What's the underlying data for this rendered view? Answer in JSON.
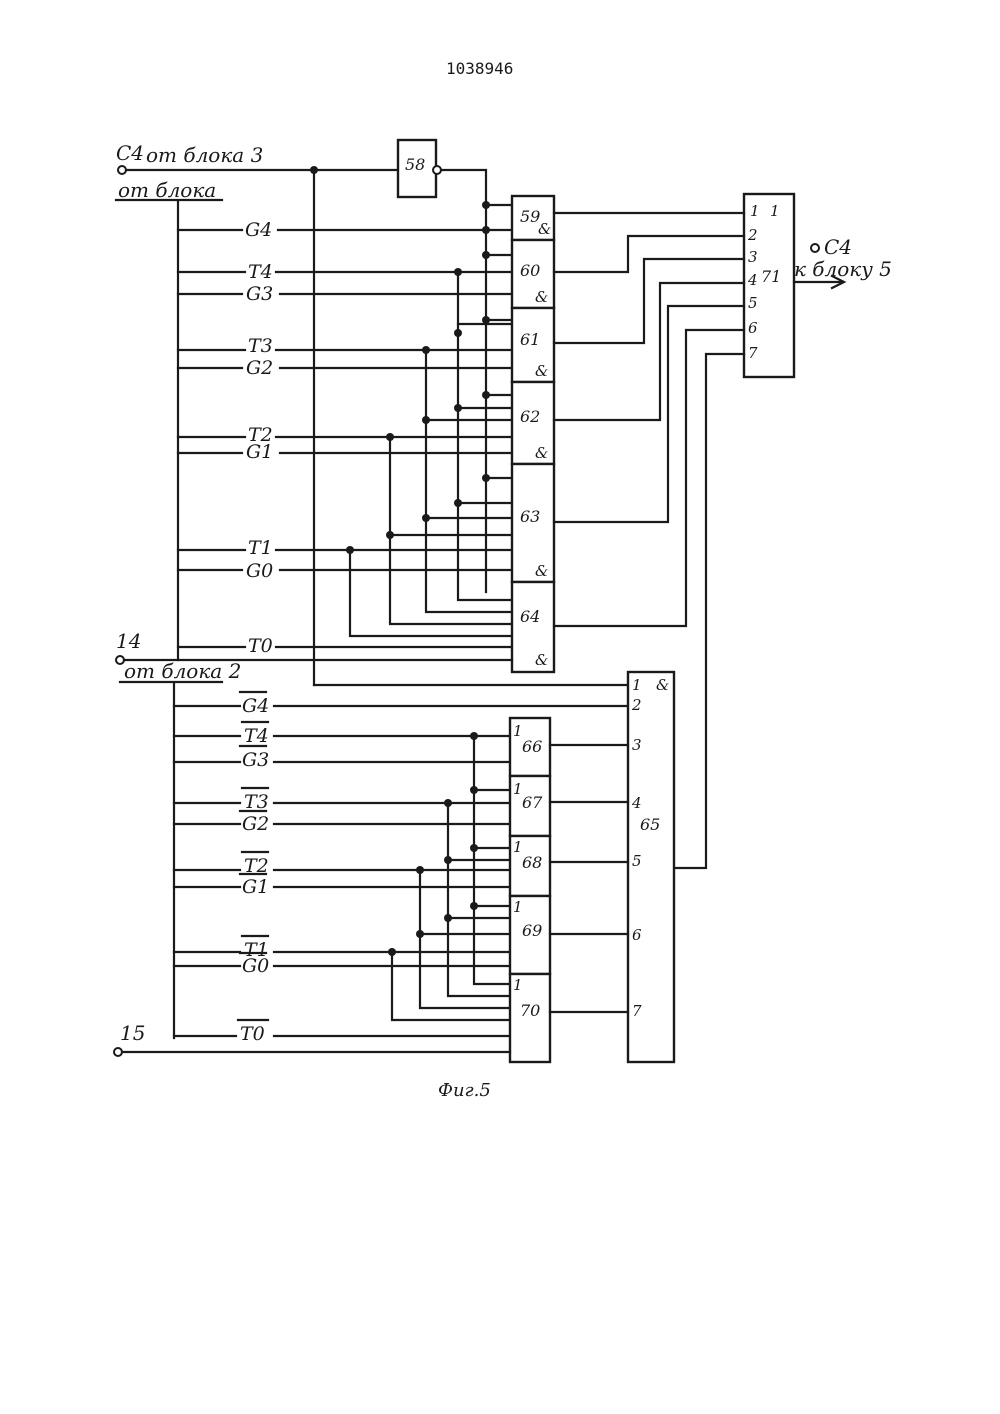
{
  "header": {
    "doc_number": "1038946"
  },
  "inputs": {
    "c4": {
      "name": "C4",
      "text": "от блока 3"
    },
    "block_top": {
      "text": "от блока"
    },
    "in14": {
      "name": "14",
      "text": "от блока 2"
    },
    "in15": {
      "name": "15"
    }
  },
  "output": {
    "name": "C4",
    "text": "к блоку 5"
  },
  "signals_top": [
    "G4",
    "T4",
    "G3",
    "T3",
    "G2",
    "T2",
    "G1",
    "T1",
    "G0",
    "T0"
  ],
  "signals_bottom": [
    "G4",
    "T4",
    "G3",
    "T3",
    "G2",
    "T2",
    "G1",
    "T1",
    "G0",
    "T0"
  ],
  "blocks": {
    "b58": "58",
    "and_top": [
      "59",
      "60",
      "61",
      "62",
      "63",
      "64"
    ],
    "or_top": "71",
    "and_bottom": "65",
    "or_bottom": [
      "66",
      "67",
      "68",
      "69",
      "70"
    ]
  },
  "gate_symbols": {
    "and": "&",
    "or": "1"
  },
  "pins": [
    "1",
    "2",
    "3",
    "4",
    "5",
    "6",
    "7"
  ],
  "caption": "Фиг.5"
}
